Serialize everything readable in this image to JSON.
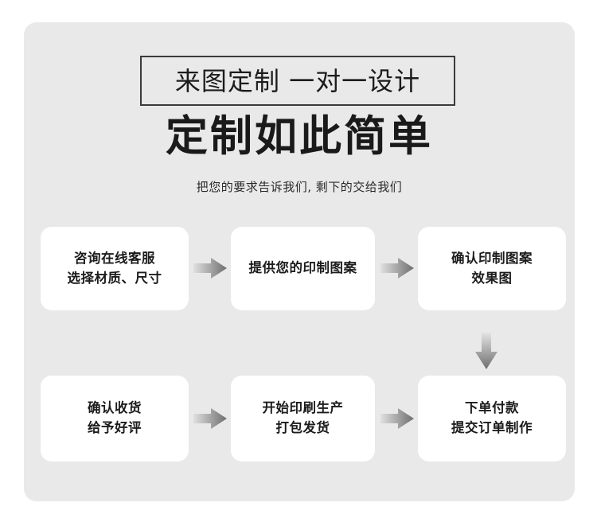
{
  "poster": {
    "background_color": "#e9e9e9",
    "card_color": "#ffffff",
    "text_color": "#1c1c1c",
    "border_color": "#3a3a3a"
  },
  "header": {
    "badge": "来图定制 一对一设计",
    "title": "定制如此简单",
    "subtitle": "把您的要求告诉我们, 剩下的交给我们"
  },
  "flow": {
    "steps": [
      {
        "id": "step-1",
        "lines": [
          "咨询在线客服",
          "选择材质、尺寸"
        ]
      },
      {
        "id": "step-2",
        "lines": [
          "提供您的印制图案"
        ]
      },
      {
        "id": "step-3",
        "lines": [
          "确认印制图案",
          "效果图"
        ]
      },
      {
        "id": "step-4",
        "lines": [
          "下单付款",
          "提交订单制作"
        ]
      },
      {
        "id": "step-5",
        "lines": [
          "开始印刷生产",
          "打包发货"
        ]
      },
      {
        "id": "step-6",
        "lines": [
          "确认收货",
          "给予好评"
        ]
      }
    ],
    "connectors": [
      {
        "id": "arrow-1",
        "direction": "right"
      },
      {
        "id": "arrow-2",
        "direction": "right"
      },
      {
        "id": "arrow-3",
        "direction": "down"
      },
      {
        "id": "arrow-4",
        "direction": "right"
      },
      {
        "id": "arrow-5",
        "direction": "right"
      }
    ]
  },
  "cards": {
    "step1_line1": "咨询在线客服",
    "step1_line2": "选择材质、尺寸",
    "step2_line1": "提供您的印制图案",
    "step3_line1": "确认印制图案",
    "step3_line2": "效果图",
    "step4_line1": "下单付款",
    "step4_line2": "提交订单制作",
    "step5_line1": "开始印刷生产",
    "step5_line2": "打包发货",
    "step6_line1": "确认收货",
    "step6_line2": "给予好评"
  }
}
